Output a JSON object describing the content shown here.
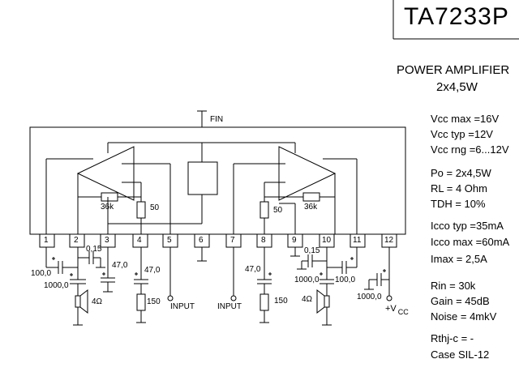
{
  "header": {
    "part_number": "TA7233P"
  },
  "description": {
    "line1": "POWER AMPLIFIER",
    "line2": "2x4,5W"
  },
  "specs": [
    {
      "label": "Vcc max",
      "value": "=16V"
    },
    {
      "label": "Vcc typ",
      "value": "=12V"
    },
    {
      "label": "Vcc rng",
      "value": "=6...12V"
    },
    {
      "label": "Po",
      "value": "= 2x4,5W"
    },
    {
      "label": "RL",
      "value": "= 4 Ohm"
    },
    {
      "label": "TDH",
      "value": "= 10%"
    },
    {
      "label": "Icco typ",
      "value": "=35mA"
    },
    {
      "label": "Icco max",
      "value": "=60mA"
    },
    {
      "label": "Imax",
      "value": "=   2,5A"
    },
    {
      "label": "Rin",
      "value": "= 30k"
    },
    {
      "label": "Gain",
      "value": "= 45dB"
    },
    {
      "label": "Noise",
      "value": "= 4mkV"
    },
    {
      "label": "Rthj-c",
      "value": "= -"
    },
    {
      "label": "Case",
      "value": "SIL-12"
    }
  ],
  "schematic": {
    "fin_label": "FIN",
    "pins": [
      "1",
      "2",
      "3",
      "4",
      "5",
      "6",
      "7",
      "8",
      "9",
      "10",
      "11",
      "12"
    ],
    "labels": {
      "r_fb_left": "36k",
      "r_fb_right": "36k",
      "r_left_50": "50",
      "r_right_50": "50",
      "c_100_left": "100,0",
      "c_1000_left": "1000,0",
      "c_015_left": "0,15",
      "c_47_a": "47,0",
      "c_47_b": "47,0",
      "c_47_c": "47,0",
      "r_150_left": "150",
      "r_150_right": "150",
      "spk_left": "4Ω",
      "spk_right": "4Ω",
      "input_left": "INPUT",
      "input_right": "INPUT",
      "c_015_right": "0,15",
      "c_1000_right": "1000,0",
      "c_100_right": "100,0",
      "c_1000_supply": "1000,0",
      "vcc_plus": "+V",
      "vcc_sub": "CC"
    }
  }
}
